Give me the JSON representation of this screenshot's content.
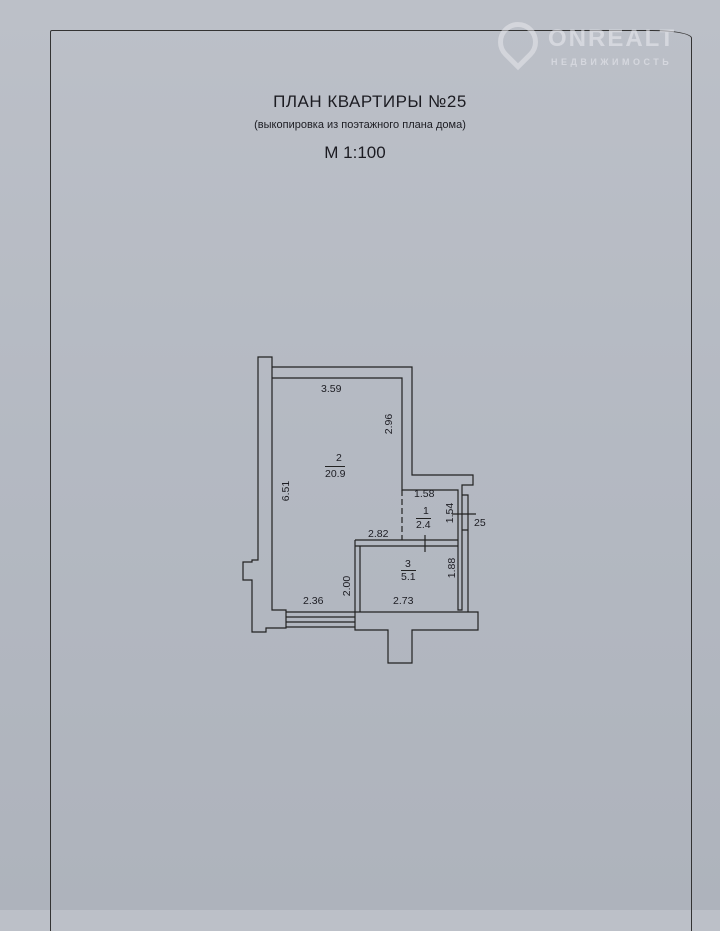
{
  "header": {
    "title": "ПЛАН КВАРТИРЫ №25",
    "subtitle": "(выкопировка из поэтажного плана дома)",
    "scale": "М 1:100"
  },
  "watermark": {
    "brand": "ONREALT",
    "tagline": "НЕДВИЖИМОСТЬ"
  },
  "plan": {
    "rooms": [
      {
        "number": "2",
        "area": "20.9"
      },
      {
        "number": "1",
        "area": "2.4"
      },
      {
        "number": "3",
        "area": "5.1"
      }
    ],
    "dimensions": {
      "top": "3.59",
      "room2_right": "2.96",
      "room2_left": "6.51",
      "room1_width": "1.58",
      "room1_height": "1.54",
      "wall_mark": "25",
      "room2_step": "2.82",
      "room3_height": "1.88",
      "room3_left": "2.00",
      "bottom_left": "2.36",
      "room3_width": "2.73"
    }
  }
}
